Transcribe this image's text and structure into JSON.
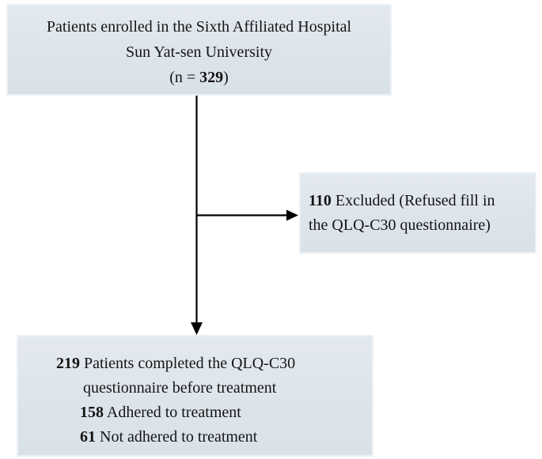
{
  "figure": {
    "type": "flowchart",
    "description": "Patient enrollment flow diagram (QLQ-C30 questionnaire study)"
  },
  "colors": {
    "box_fill": "#dde4eb",
    "box_border": "#edf0f4",
    "arrow": "#000000",
    "text": "#141414",
    "background": "#ffffff"
  },
  "boxes": {
    "enrolled": {
      "line1": "Patients enrolled in the Sixth Affiliated Hospital",
      "line2": "Sun Yat-sen University",
      "n_prefix": "(n = ",
      "n_value": "329",
      "n_suffix": ")"
    },
    "excluded": {
      "count": "110",
      "line1_rest": " Excluded (Refused fill in",
      "line2": "the QLQ-C30 questionnaire)"
    },
    "completed": {
      "count1": "219",
      "line1_rest": " Patients completed the QLQ-C30",
      "line2": "questionnaire before treatment",
      "count2": "158",
      "line3_rest": " Adhered to treatment",
      "count3": "61",
      "line4_rest": " Not adhered to treatment"
    }
  }
}
